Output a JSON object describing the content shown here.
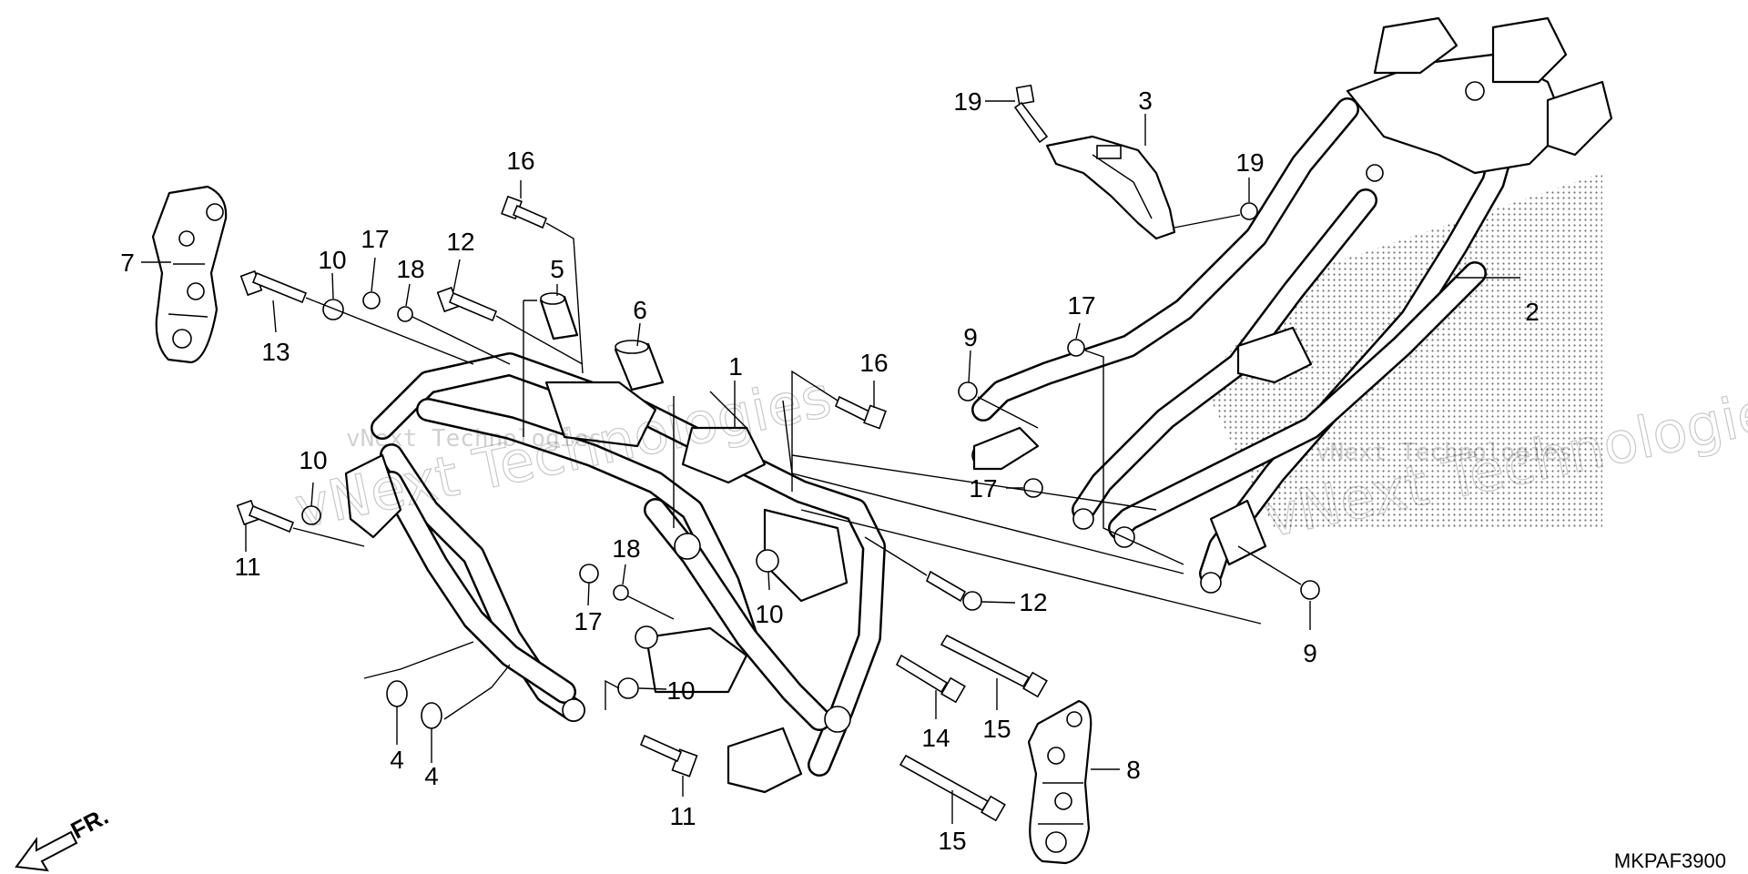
{
  "diagram": {
    "code": "MKPAF3900",
    "front_label": "FR.",
    "watermarks": {
      "small": "vNext Technologies",
      "big": "vNext Technologies"
    },
    "callouts": [
      {
        "id": "c1",
        "label": "1"
      },
      {
        "id": "c2",
        "label": "2"
      },
      {
        "id": "c3",
        "label": "3"
      },
      {
        "id": "c4a",
        "label": "4"
      },
      {
        "id": "c4b",
        "label": "4"
      },
      {
        "id": "c5",
        "label": "5"
      },
      {
        "id": "c6",
        "label": "6"
      },
      {
        "id": "c7",
        "label": "7"
      },
      {
        "id": "c8",
        "label": "8"
      },
      {
        "id": "c9a",
        "label": "9"
      },
      {
        "id": "c9b",
        "label": "9"
      },
      {
        "id": "c10a",
        "label": "10"
      },
      {
        "id": "c10b",
        "label": "10"
      },
      {
        "id": "c10c",
        "label": "10"
      },
      {
        "id": "c10d",
        "label": "10"
      },
      {
        "id": "c11a",
        "label": "11"
      },
      {
        "id": "c11b",
        "label": "11"
      },
      {
        "id": "c12a",
        "label": "12"
      },
      {
        "id": "c12b",
        "label": "12"
      },
      {
        "id": "c13",
        "label": "13"
      },
      {
        "id": "c14",
        "label": "14"
      },
      {
        "id": "c15a",
        "label": "15"
      },
      {
        "id": "c15b",
        "label": "15"
      },
      {
        "id": "c16a",
        "label": "16"
      },
      {
        "id": "c16b",
        "label": "16"
      },
      {
        "id": "c17a",
        "label": "17"
      },
      {
        "id": "c17b",
        "label": "17"
      },
      {
        "id": "c17c",
        "label": "17"
      },
      {
        "id": "c17d",
        "label": "17"
      },
      {
        "id": "c18a",
        "label": "18"
      },
      {
        "id": "c18b",
        "label": "18"
      },
      {
        "id": "c19a",
        "label": "19"
      },
      {
        "id": "c19b",
        "label": "19"
      }
    ]
  }
}
